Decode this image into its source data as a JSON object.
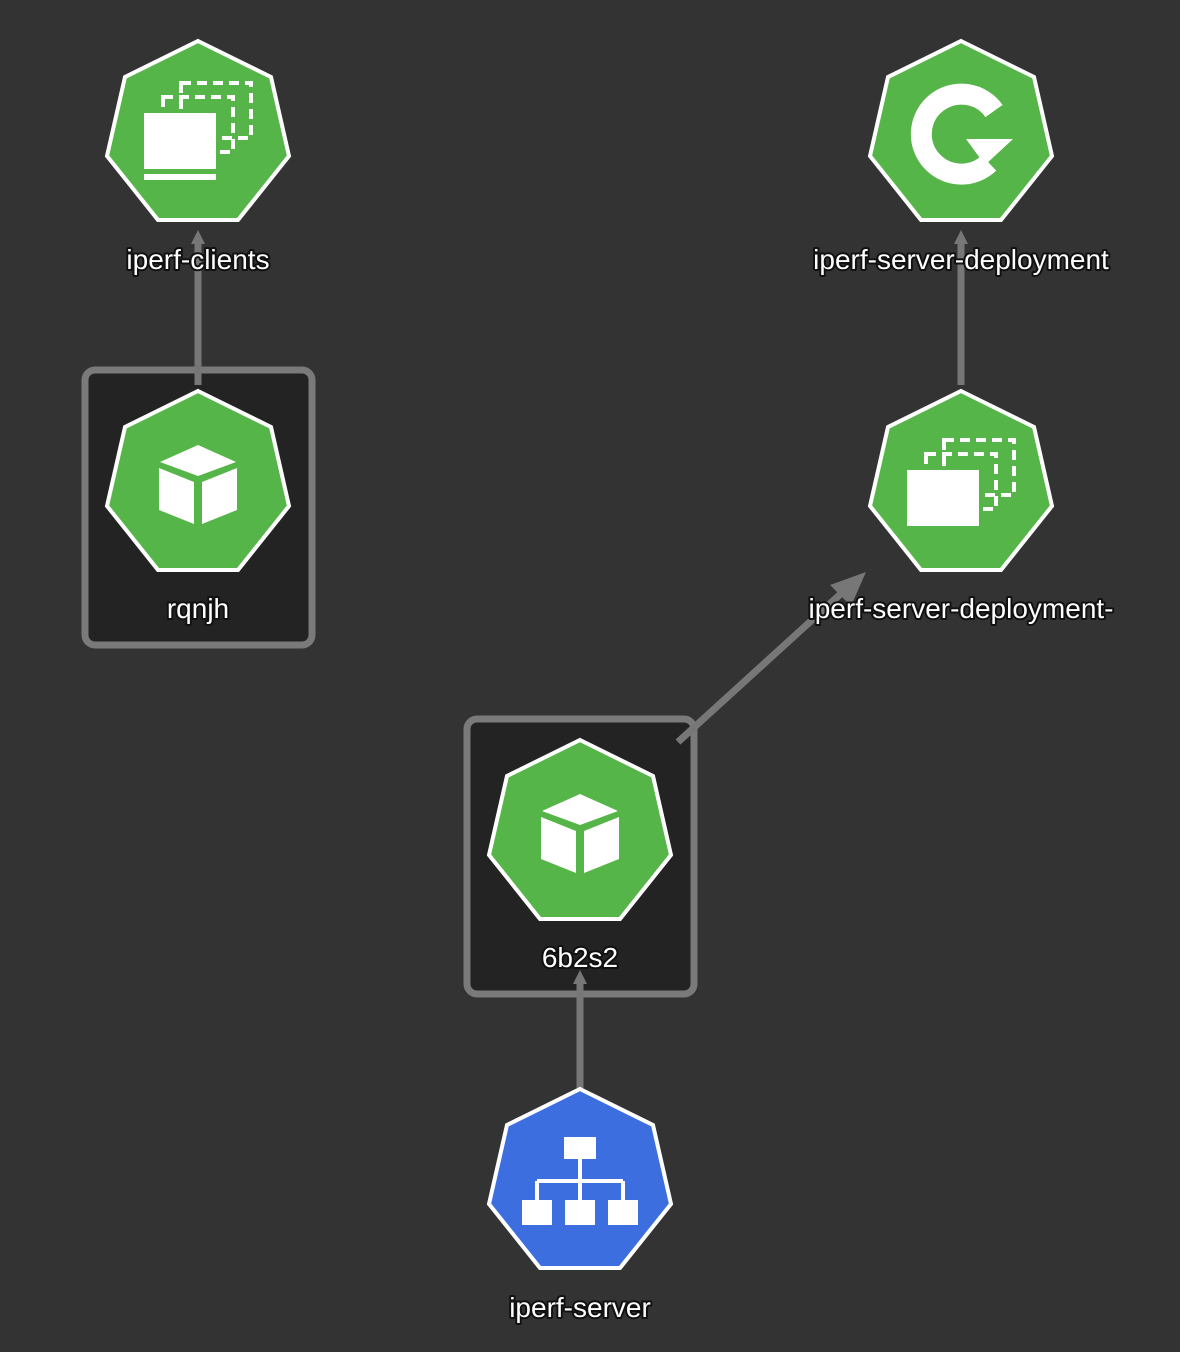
{
  "colors": {
    "background": "#333333",
    "workload_fill": "#56B548",
    "service_fill": "#3C6EE0",
    "hex_stroke": "#ffffff",
    "edge": "#777777",
    "pod_group_fill": "#232323",
    "pod_group_stroke": "#7a7a7a"
  },
  "nodes": {
    "iperf_clients": {
      "label": "iperf-clients",
      "kind": "daemonset",
      "icon": "daemonset-icon"
    },
    "iperf_server_deployment": {
      "label": "iperf-server-deployment",
      "kind": "deployment",
      "icon": "deployment-icon"
    },
    "pod_rqnjh": {
      "label": "rqnjh",
      "kind": "pod",
      "icon": "pod-icon"
    },
    "replicaset": {
      "label": "iperf-server-deployment-",
      "kind": "replicaset",
      "icon": "replicaset-icon"
    },
    "pod_6b2s2": {
      "label": "6b2s2",
      "kind": "pod",
      "icon": "pod-icon"
    },
    "iperf_server": {
      "label": "iperf-server",
      "kind": "service",
      "icon": "service-icon"
    }
  }
}
